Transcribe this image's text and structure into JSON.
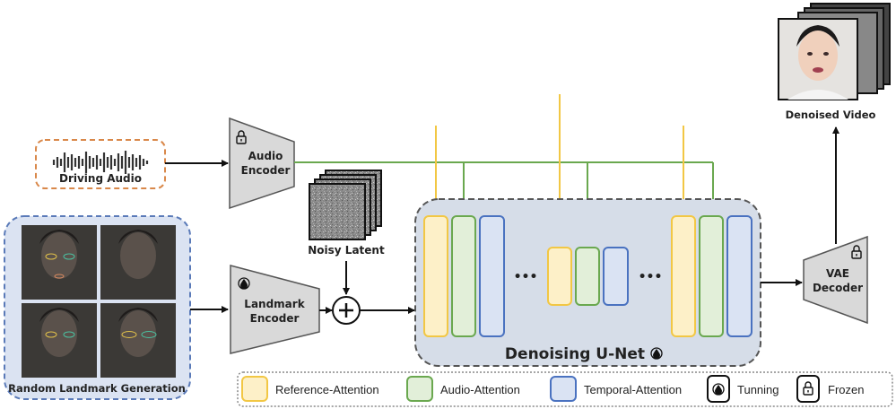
{
  "diagram": {
    "driving_audio": {
      "label": "Driving Audio"
    },
    "audio_encoder": {
      "line1": "Audio",
      "line2": "Encoder",
      "state": "frozen"
    },
    "landmark_encoder": {
      "line1": "Landmark",
      "line2": "Encoder",
      "state": "tuning"
    },
    "random_landmark": {
      "label": "Random Landmark Generation",
      "images": 4
    },
    "noisy_latent": {
      "label": "Noisy Latent"
    },
    "add_op": {
      "symbol": "+"
    },
    "unet": {
      "label": "Denoising U-Net",
      "state": "tuning",
      "ellipsis": "•••"
    },
    "vae_decoder": {
      "line1": "VAE",
      "line2": "Decoder",
      "state": "frozen"
    },
    "denoised_video": {
      "label": "Denoised Video"
    },
    "colors": {
      "reference": "#f2c744",
      "reference_fill": "#fdf0c8",
      "audio": "#6aa84f",
      "audio_fill": "#e2efd9",
      "temporal": "#4a72c0",
      "temporal_fill": "#dae3f3",
      "driving_border": "#d9884a",
      "landmark_border": "#5a7ab8",
      "unet_fill": "#d6dde8"
    }
  },
  "legend": {
    "items": [
      {
        "key": "reference",
        "label": "Reference-Attention"
      },
      {
        "key": "audio",
        "label": "Audio-Attention"
      },
      {
        "key": "temporal",
        "label": "Temporal-Attention"
      },
      {
        "key": "tuning-icon",
        "label": "Tunning"
      },
      {
        "key": "frozen-icon",
        "label": "Frozen"
      }
    ]
  }
}
